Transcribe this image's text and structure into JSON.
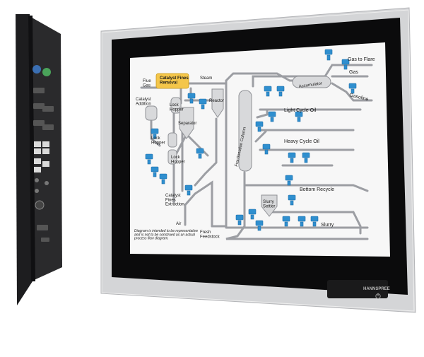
{
  "device": {
    "brand_logo": "HANNSPREE",
    "power_button_icon": "power-icon"
  },
  "diagram": {
    "labels": {
      "flue_gas": "Flue\nGas",
      "catalyst_fines_removal": "Catalyst Fines\nRemoval",
      "steam": "Steam",
      "reactor": "Reactor",
      "catalyst_addition": "Catalyst\nAddition",
      "lock_hopper_top": "Lock\nHopper",
      "separator": "Separator",
      "lock_hopper_mid": "Lock\nHopper",
      "lock_hopper_low": "Lock\nHopper",
      "catalyst_fines_extraction": "Catalyst\nFines\nExtraction",
      "air": "Air",
      "fresh_feedstock": "Fresh\nFeedstock",
      "fractionation_column": "Fractionation Column",
      "accumulator": "Accumulator",
      "gas_to_flare": "Gas to Flare",
      "gas": "Gas",
      "gasoline": "Gasoline",
      "light_cycle_oil": "Light Cycle Oil",
      "heavy_cycle_oil": "Heavy Cycle Oil",
      "bottom_recycle": "Bottom Recycle",
      "slurry_settler": "Slurry\nSettler",
      "slurry": "Slurry",
      "disclaimer": "Diagram is intended to be representative\nand is not to be construed as an actual\nprocess flow diagram."
    },
    "colors": {
      "pipe": "#9c9ea3",
      "valve": "#2f8fcf",
      "highlight": "#f4c64a",
      "screen_bg": "#f7f7f7"
    }
  }
}
